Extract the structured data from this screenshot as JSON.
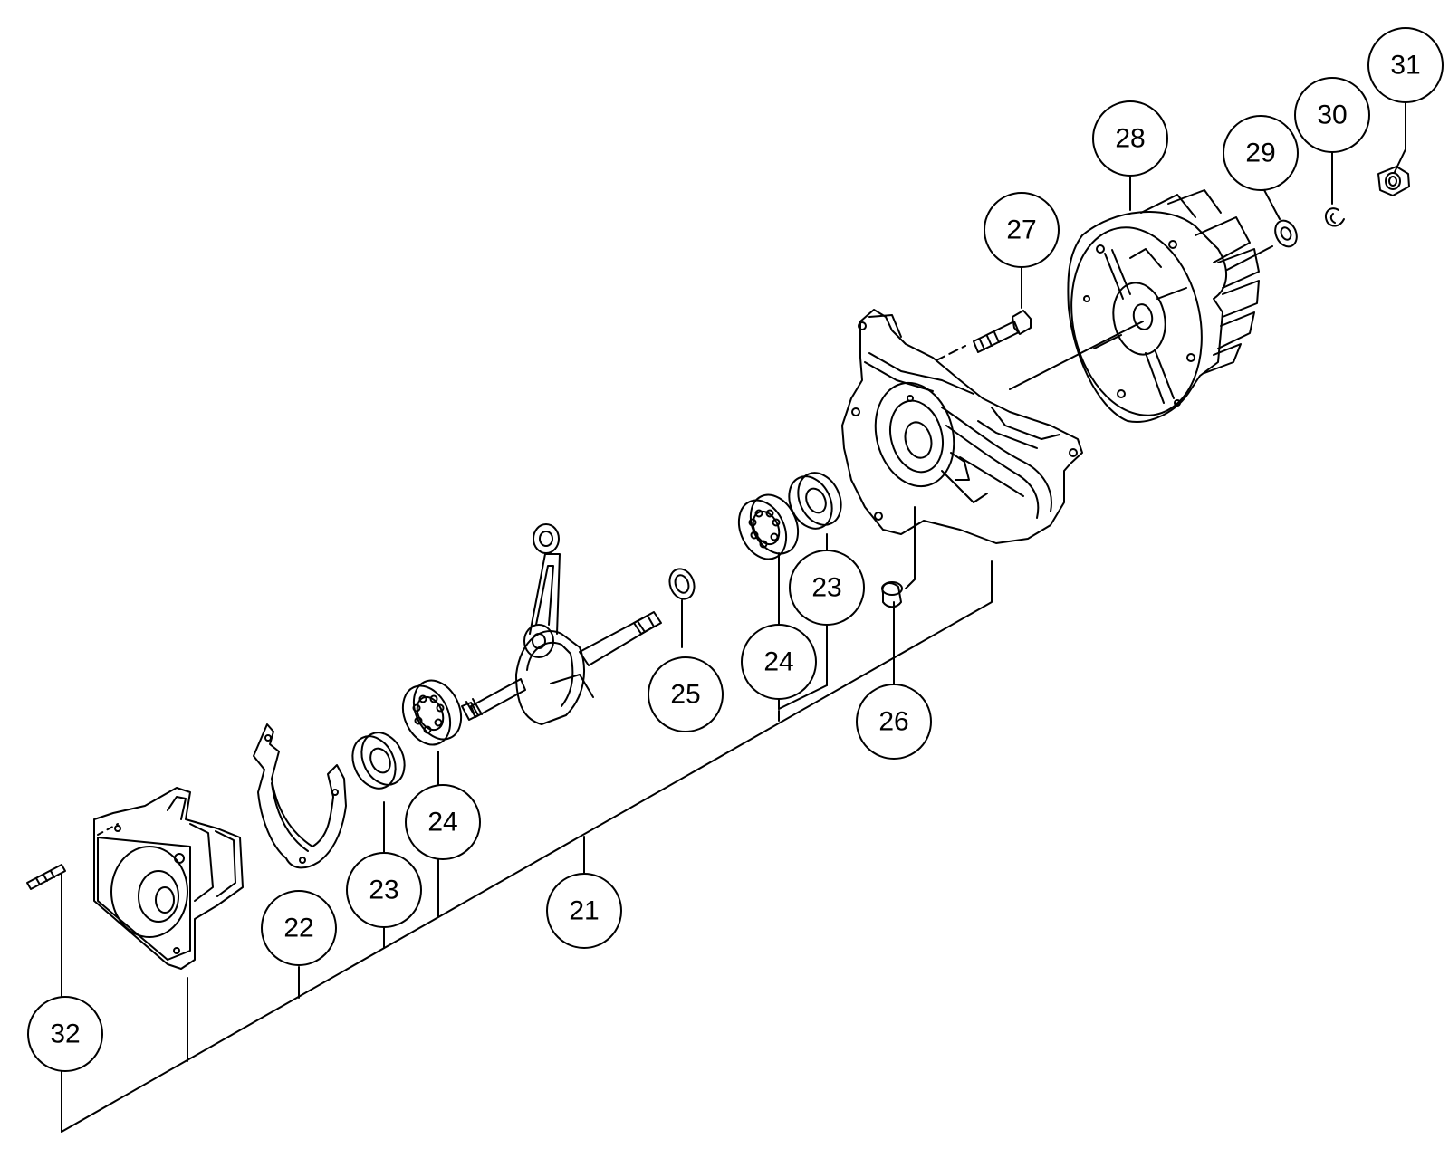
{
  "diagram": {
    "ink_color": "#000000",
    "background_color": "#ffffff",
    "callouts": [
      {
        "id": "c21",
        "number": "21"
      },
      {
        "id": "c22",
        "number": "22"
      },
      {
        "id": "c23a",
        "number": "23"
      },
      {
        "id": "c23b",
        "number": "23"
      },
      {
        "id": "c24a",
        "number": "24"
      },
      {
        "id": "c24b",
        "number": "24"
      },
      {
        "id": "c25",
        "number": "25"
      },
      {
        "id": "c26",
        "number": "26"
      },
      {
        "id": "c27",
        "number": "27"
      },
      {
        "id": "c28",
        "number": "28"
      },
      {
        "id": "c29",
        "number": "29"
      },
      {
        "id": "c30",
        "number": "30"
      },
      {
        "id": "c31",
        "number": "31"
      },
      {
        "id": "c32",
        "number": "32"
      }
    ]
  }
}
